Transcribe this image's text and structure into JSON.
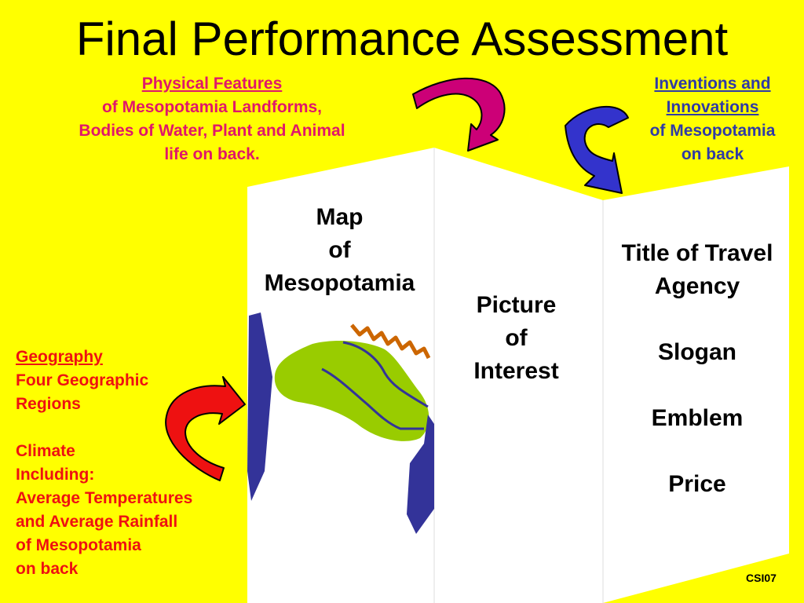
{
  "title": "Final Performance Assessment",
  "physical_features": {
    "heading": "Physical Features",
    "lines": [
      "of Mesopotamia Landforms,",
      "Bodies of Water, Plant and Animal",
      "life on back."
    ]
  },
  "inventions": {
    "heading_lines": [
      "Inventions and",
      "Innovations"
    ],
    "lines": [
      "of Mesopotamia",
      "on back"
    ]
  },
  "geography": {
    "heading": "Geography",
    "lines": [
      "Four Geographic",
      "Regions",
      "",
      "Climate",
      "Including:",
      "Average Temperatures",
      "and Average Rainfall",
      "of Mesopotamia",
      "on back"
    ]
  },
  "panels": {
    "map": [
      "Map",
      "of",
      "Mesopotamia"
    ],
    "picture": [
      "Picture",
      "of",
      "Interest"
    ],
    "agency": [
      "Title of Travel",
      "Agency",
      "",
      "Slogan",
      "",
      "Emblem",
      "",
      "Price"
    ]
  },
  "credit": "CSI07",
  "colors": {
    "background": "#ffff00",
    "physical_text": "#e0176a",
    "inventions_text": "#2f3aa6",
    "geography_text": "#ee1111",
    "arrow_magenta": "#cc0077",
    "arrow_blue": "#3333cc",
    "arrow_red": "#ee1111",
    "land_green": "#99cc00",
    "river_blue": "#333399",
    "mountain_orange": "#cc6600"
  }
}
